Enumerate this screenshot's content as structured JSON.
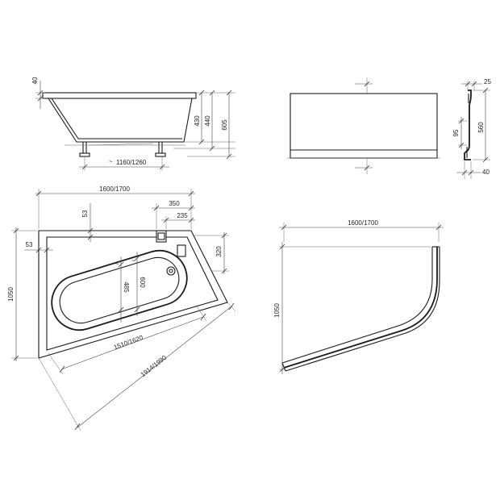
{
  "dimensions": {
    "side_rim": "40",
    "side_depth_430": "430",
    "side_depth_440": "440",
    "side_height": "605",
    "side_leg_length": "1160/1260",
    "panel_top": "25",
    "panel_step": "95",
    "panel_height": "560",
    "panel_bottom": "40",
    "plan_length": "1600/1700",
    "plan_350": "350",
    "plan_235": "235",
    "plan_53_top": "53",
    "plan_53_left": "53",
    "plan_width": "1050",
    "plan_320": "320",
    "plan_485": "485",
    "plan_600": "600",
    "plan_1510": "1510/1620",
    "plan_diag": "1914/1990",
    "front_length": "1600/1700",
    "front_width": "1050"
  }
}
